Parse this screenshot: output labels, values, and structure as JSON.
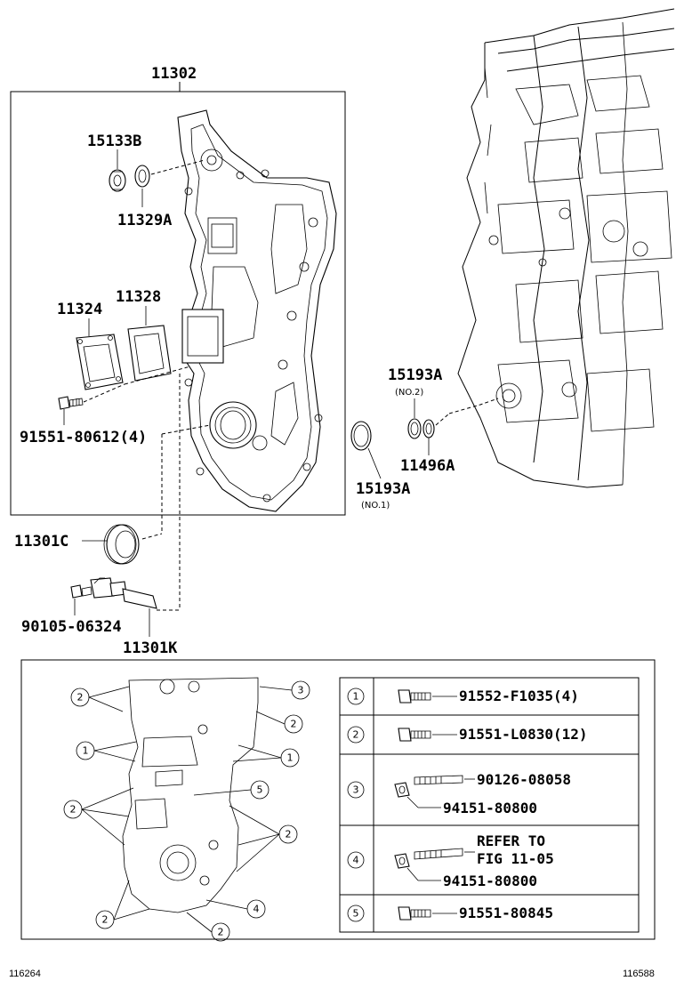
{
  "top_diagram": {
    "assembly_label": "11302",
    "callouts": {
      "plug": "15133B",
      "plug_gasket": "11329A",
      "cover_plate": "11324",
      "cover_gasket": "11328",
      "bolt_cover": "91551-80612(4)",
      "oil_seal": "11301C",
      "bolt_sensor": "90105-06324",
      "sensor": "11301K",
      "oring_no2": "15193A",
      "oring_no2_note": "(NO.2)",
      "oring_2": "11496A",
      "oring_no1": "15193A",
      "oring_no1_note": "(NO.1)"
    }
  },
  "bolt_table": {
    "rows": [
      {
        "index": "1",
        "parts": [
          "91552-F1035(4)"
        ]
      },
      {
        "index": "2",
        "parts": [
          "91551-L0830(12)"
        ]
      },
      {
        "index": "3",
        "parts": [
          "90126-08058",
          "94151-80800"
        ]
      },
      {
        "index": "4",
        "parts": [
          "REFER TO",
          "FIG 11-05",
          "94151-80800"
        ]
      },
      {
        "index": "5",
        "parts": [
          "91551-80845"
        ]
      }
    ]
  },
  "bottom_diagram": {
    "markers": [
      "2",
      "3",
      "2",
      "1",
      "1",
      "2",
      "5",
      "2",
      "4",
      "2",
      "2"
    ]
  },
  "footer": {
    "left_code": "116264",
    "right_code": "116588"
  }
}
